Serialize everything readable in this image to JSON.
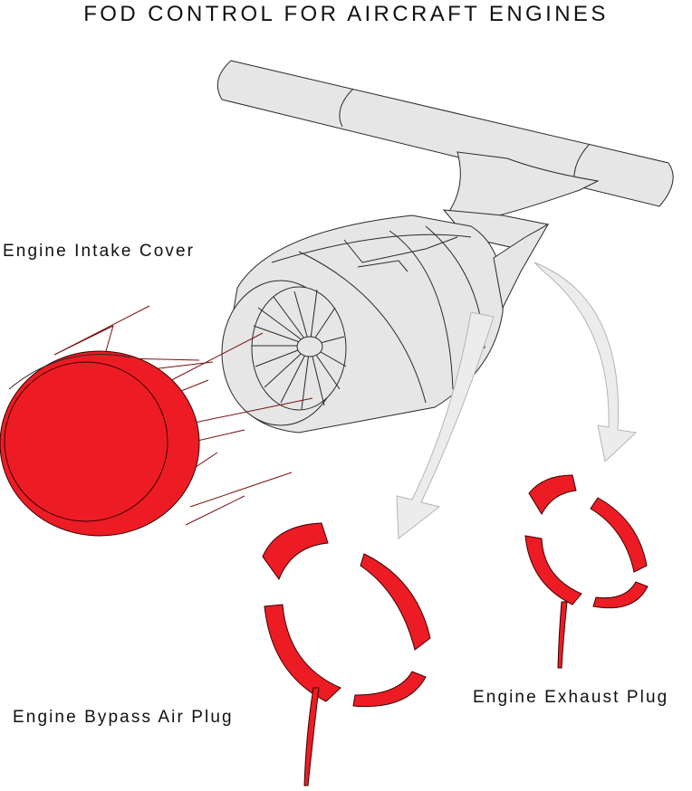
{
  "title": "FOD CONTROL FOR AIRCRAFT ENGINES",
  "labels": {
    "intake": "Engine Intake Cover",
    "bypass": "Engine Bypass Air Plug",
    "exhaust": "Engine Exhaust Plug"
  },
  "colors": {
    "cover_red": "#ed1c24",
    "engine_gray": "#e6e6e6",
    "arrow_gray": "#ececec",
    "line": "#2a2a2a"
  }
}
